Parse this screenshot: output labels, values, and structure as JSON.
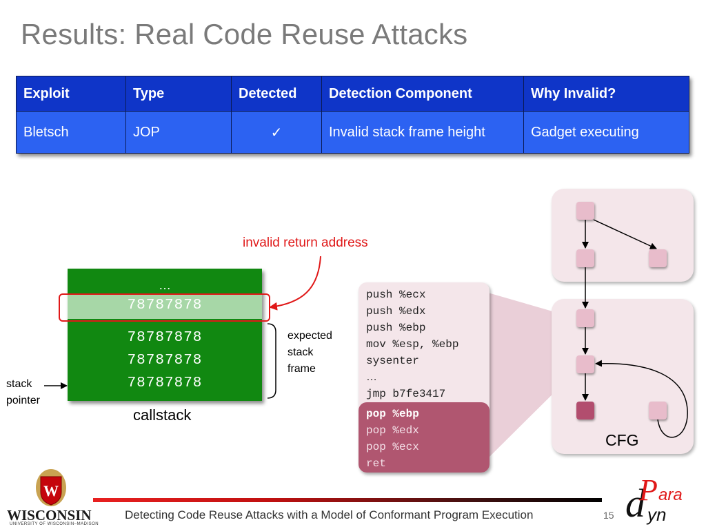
{
  "slide": {
    "title": "Results: Real Code Reuse Attacks",
    "page_number": "15",
    "footer": "Detecting Code Reuse Attacks with a Model of Conformant Program Execution"
  },
  "table": {
    "headers": [
      "Exploit",
      "Type",
      "Detected",
      "Detection Component",
      "Why Invalid?"
    ],
    "rows": [
      [
        "Bletsch",
        "JOP",
        "✓",
        "Invalid stack frame height",
        "Gadget executing"
      ]
    ]
  },
  "callstack": {
    "label": "callstack",
    "ellipsis": "…",
    "highlighted_value": "78787878",
    "values": [
      "78787878",
      "78787878",
      "78787878"
    ],
    "invalid_label": "invalid return address",
    "expected_frame_label": [
      "expected",
      "stack",
      "frame"
    ],
    "stack_pointer_label": [
      "stack",
      "pointer"
    ]
  },
  "code": {
    "lines": [
      "push %ecx",
      "push %edx",
      "push %ebp",
      "mov %esp, %ebp",
      "sysenter",
      "…",
      "jmp b7fe3417"
    ],
    "highlighted_lines": [
      "pop %ebp",
      "pop %edx",
      "pop %ecx",
      "ret"
    ]
  },
  "cfg": {
    "label": "CFG"
  },
  "logos": {
    "wisconsin": "WISCONSIN",
    "wisconsin_sub": "UNIVERSITY OF WISCONSIN–MADISON",
    "paradyn_top": "ara",
    "paradyn_bottom": "yn"
  },
  "colors": {
    "header_blue": "#0f35c8",
    "cell_blue": "#2c62f2",
    "stack_green": "#118811",
    "highlight_red": "#e01818",
    "cfg_pink": "#f4e6ea",
    "gadget_magenta": "#b05670"
  }
}
